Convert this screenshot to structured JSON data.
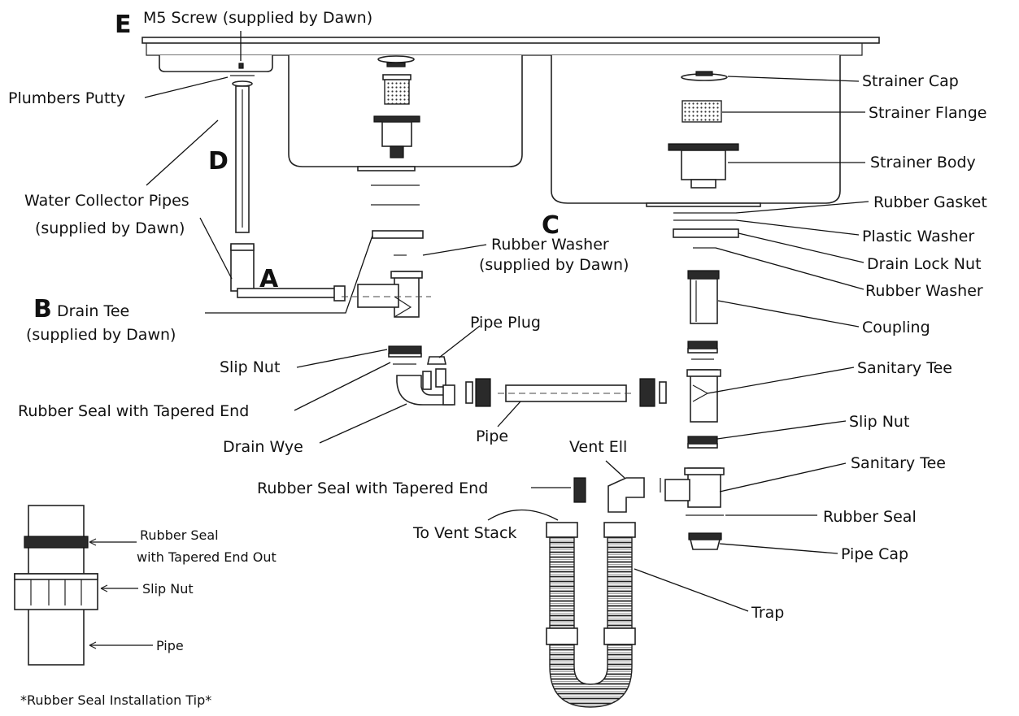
{
  "letters": {
    "a": "A",
    "b": "B",
    "c": "C",
    "d": "D",
    "e": "E"
  },
  "labels": {
    "m5_screw": "M5 Screw (supplied by Dawn)",
    "plumbers_putty": "Plumbers Putty",
    "water_collector_1": "Water Collector Pipes",
    "water_collector_2": "(supplied by Dawn)",
    "drain_tee_1": "Drain Tee",
    "drain_tee_2": "(supplied by Dawn)",
    "rubber_washer_left_1": "Rubber Washer",
    "rubber_washer_left_2": "(supplied by Dawn)",
    "strainer_cap": "Strainer Cap",
    "strainer_flange": "Strainer Flange",
    "strainer_body": "Strainer Body",
    "rubber_gasket": "Rubber Gasket",
    "plastic_washer": "Plastic Washer",
    "drain_lock_nut": "Drain Lock Nut",
    "rubber_washer_right": "Rubber Washer",
    "coupling": "Coupling",
    "pipe_plug": "Pipe Plug",
    "slip_nut_left": "Slip Nut",
    "rubber_seal_tapered_1": "Rubber Seal with Tapered End",
    "drain_wye": "Drain Wye",
    "pipe": "Pipe",
    "sanitary_tee_1": "Sanitary Tee",
    "slip_nut_right": "Slip Nut",
    "vent_ell": "Vent Ell",
    "sanitary_tee_2": "Sanitary Tee",
    "rubber_seal_tapered_2": "Rubber Seal with Tapered End",
    "to_vent_stack": "To Vent Stack",
    "rubber_seal": "Rubber Seal",
    "pipe_cap": "Pipe Cap",
    "trap": "Trap"
  },
  "tip": {
    "rubber_seal_1": "Rubber Seal",
    "rubber_seal_2": "with Tapered End Out",
    "slip_nut": "Slip Nut",
    "pipe": "Pipe",
    "caption": "*Rubber Seal Installation Tip*"
  }
}
